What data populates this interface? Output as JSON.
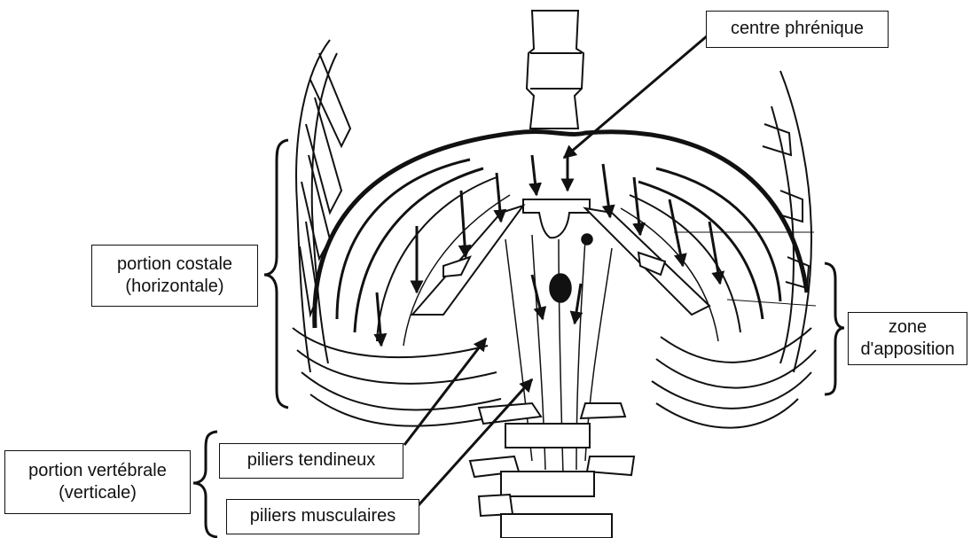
{
  "labels": {
    "centre_phrenique": "centre phrénique",
    "portion_costale_line1": "portion costale",
    "portion_costale_line2": "(horizontale)",
    "zone_apposition_line1": "zone",
    "zone_apposition_line2": "d'apposition",
    "piliers_tendineux": "piliers tendineux",
    "portion_vertebrale_line1": "portion vertébrale",
    "portion_vertebrale_line2": "(verticale)",
    "piliers_musculaires": "piliers musculaires"
  },
  "colors": {
    "ink": "#111111",
    "background": "#ffffff"
  }
}
